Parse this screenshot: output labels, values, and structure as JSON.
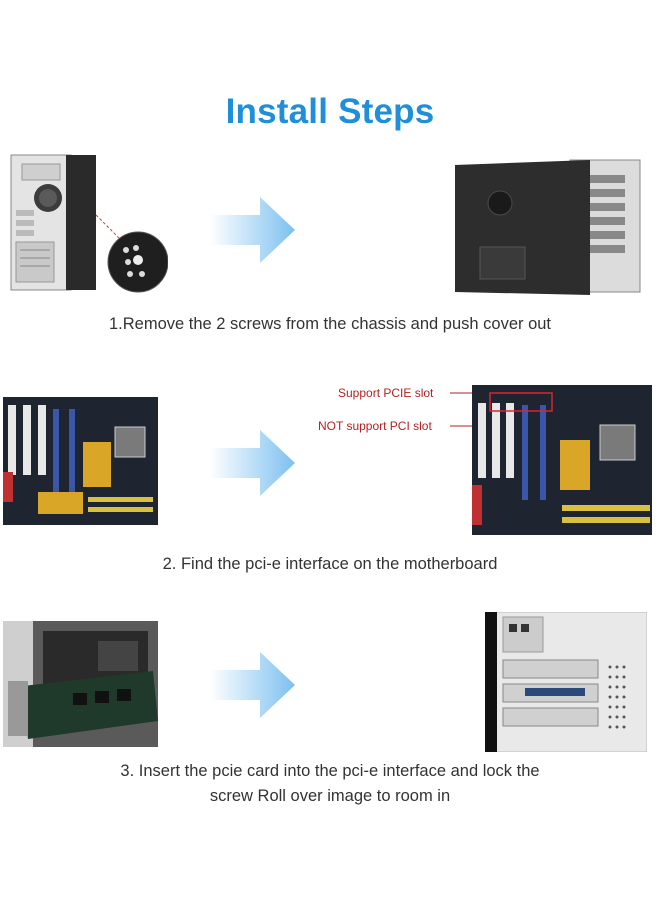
{
  "title": "Install Steps",
  "colors": {
    "title_blue": "#1e8fd8",
    "arrow_blue": "#7cc0ef",
    "annotation_red": "#b32222"
  },
  "steps": [
    {
      "caption": "1.Remove the 2 screws from the chassis and push cover out"
    },
    {
      "caption": "2. Find the pci-e interface on the motherboard",
      "annotations": {
        "support": "Support PCIE slot",
        "not_support": "NOT support PCI slot"
      }
    },
    {
      "caption_line1": "3. Insert the pcie card into the pci-e interface and lock the",
      "caption_line2": "screw Roll over image to room in"
    }
  ]
}
